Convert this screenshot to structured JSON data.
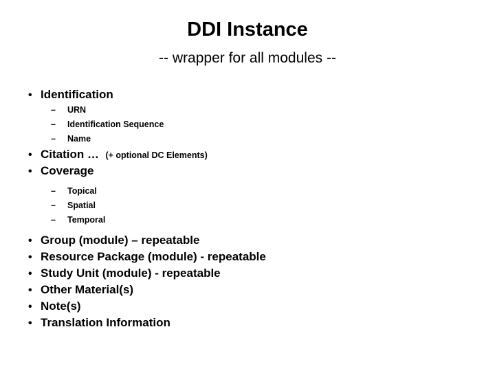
{
  "slide": {
    "title": "DDI Instance",
    "subtitle": "-- wrapper for all modules --",
    "background_color": "#ffffff",
    "text_color": "#000000",
    "bullet_marker": "•",
    "dash_marker": "–",
    "items": [
      {
        "level": 1,
        "label": "Identification",
        "note": ""
      },
      {
        "level": 2,
        "label": "URN"
      },
      {
        "level": 2,
        "label": "Identification Sequence"
      },
      {
        "level": 2,
        "label": "Name"
      },
      {
        "level": 1,
        "label": "Citation …  ",
        "note": "(+ optional DC Elements)"
      },
      {
        "level": 1,
        "label": "Coverage",
        "note": ""
      },
      {
        "level": 2,
        "label": "Topical"
      },
      {
        "level": 2,
        "label": "Spatial"
      },
      {
        "level": 2,
        "label": "Temporal"
      },
      {
        "level": 1,
        "label": "Group (module) – repeatable",
        "note": ""
      },
      {
        "level": 1,
        "label": "Resource Package (module) - repeatable",
        "note": ""
      },
      {
        "level": 1,
        "label": "Study Unit (module) - repeatable",
        "note": ""
      },
      {
        "level": 1,
        "label": "Other Material(s)",
        "note": ""
      },
      {
        "level": 1,
        "label": "Note(s)",
        "note": ""
      },
      {
        "level": 1,
        "label": "Translation Information",
        "note": ""
      }
    ]
  }
}
